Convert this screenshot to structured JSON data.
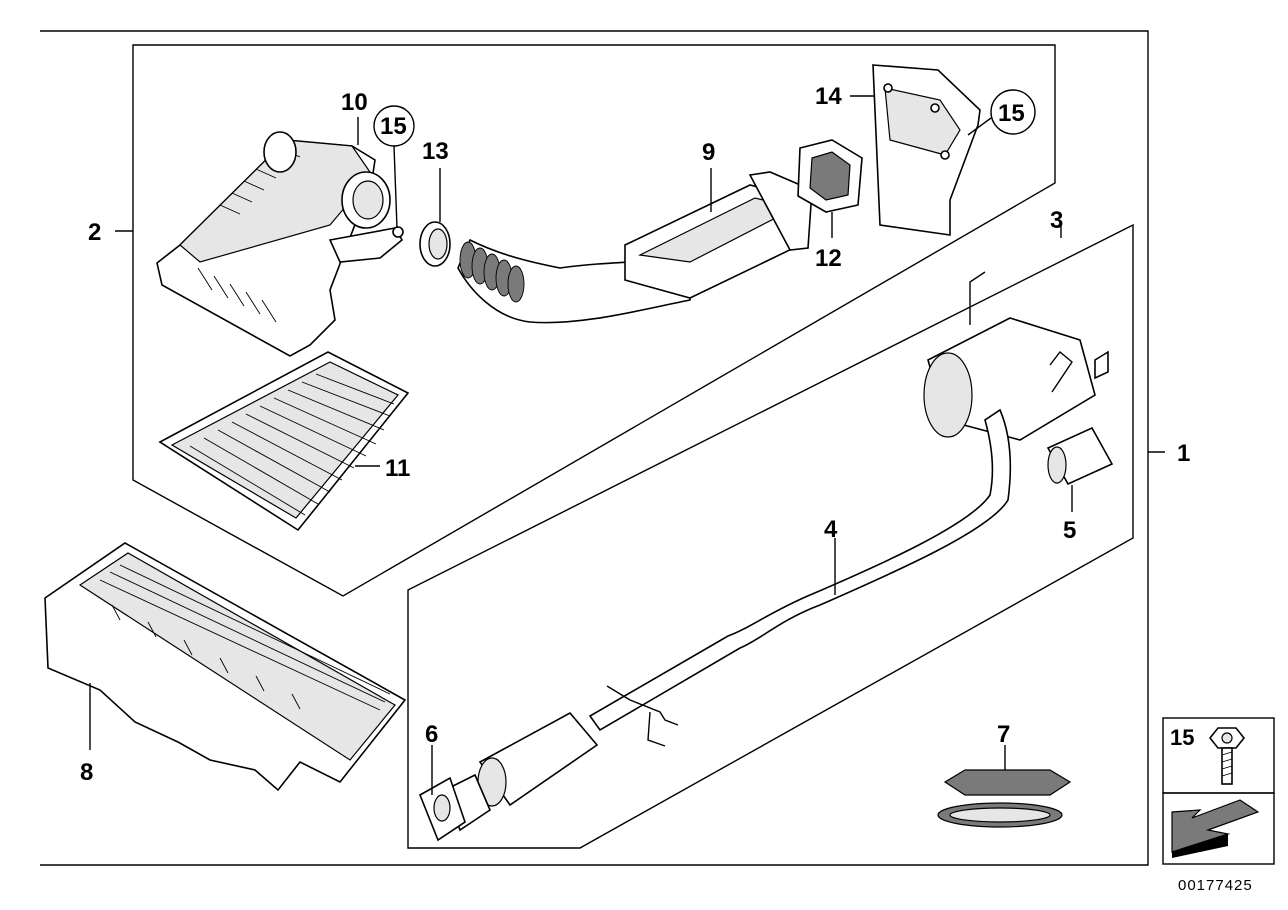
{
  "diagram": {
    "callouts": {
      "c1": "1",
      "c2": "2",
      "c3": "3",
      "c4": "4",
      "c5": "5",
      "c6": "6",
      "c7": "7",
      "c8": "8",
      "c9": "9",
      "c10": "10",
      "c11": "11",
      "c12": "12",
      "c13": "13",
      "c14": "14",
      "c15a": "15",
      "c15b": "15",
      "c15legend": "15"
    },
    "document_number": "00177425"
  }
}
